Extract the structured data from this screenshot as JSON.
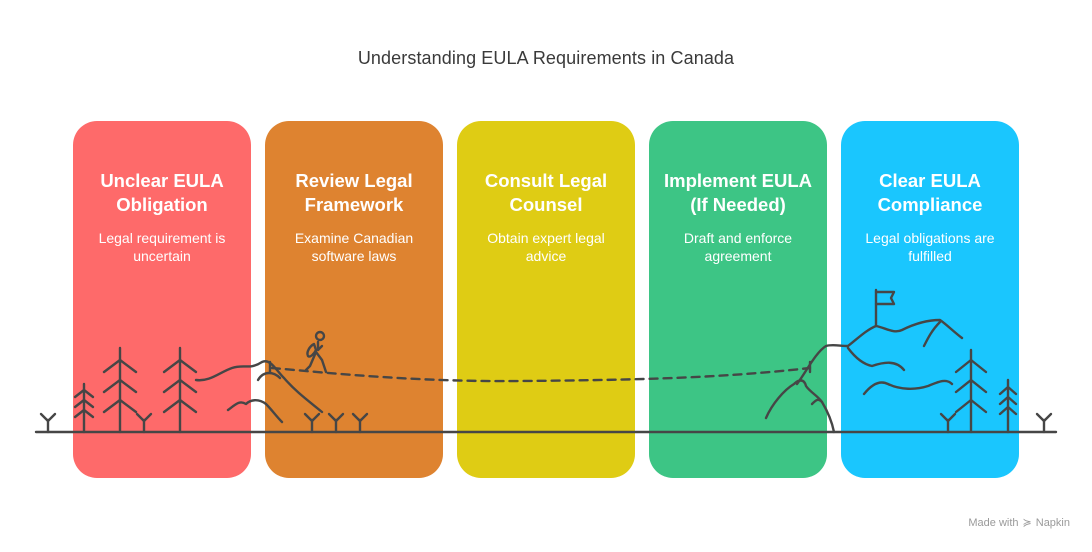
{
  "title": "Understanding EULA Requirements in Canada",
  "steps": [
    {
      "title_line1": "Unclear EULA",
      "title_line2": "Obligation",
      "desc_line1": "Legal requirement is",
      "desc_line2": "uncertain",
      "color": "#fe6a6a"
    },
    {
      "title_line1": "Review Legal",
      "title_line2": "Framework",
      "desc_line1": "Examine Canadian",
      "desc_line2": "software laws",
      "color": "#de8330"
    },
    {
      "title_line1": "Consult Legal",
      "title_line2": "Counsel",
      "desc_line1": "Obtain expert legal",
      "desc_line2": "advice",
      "color": "#dfcc14"
    },
    {
      "title_line1": "Implement EULA",
      "title_line2": "(If Needed)",
      "desc_line1": "Draft and enforce",
      "desc_line2": "agreement",
      "color": "#3dc585"
    },
    {
      "title_line1": "Clear EULA",
      "title_line2": "Compliance",
      "desc_line1": "Legal obligations are",
      "desc_line2": "fulfilled",
      "color": "#1ac6fe"
    }
  ],
  "footer": {
    "made_with": "Made with",
    "brand": "Napkin",
    "logo_icon": "napkin-logo-icon"
  },
  "illustration": {
    "stroke_color": "#464646",
    "elements": [
      "trees",
      "hiker",
      "dashed-path",
      "mountains",
      "summit-flag",
      "ground-line"
    ]
  }
}
